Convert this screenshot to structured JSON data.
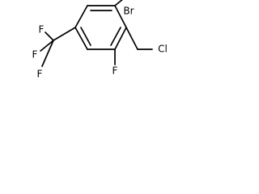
{
  "molecule": {
    "atoms": {
      "br": "Br",
      "cl": "Cl",
      "f_ring": "F",
      "cf3_f1": "F",
      "cf3_f2": "F",
      "cf3_f3": "F"
    }
  }
}
